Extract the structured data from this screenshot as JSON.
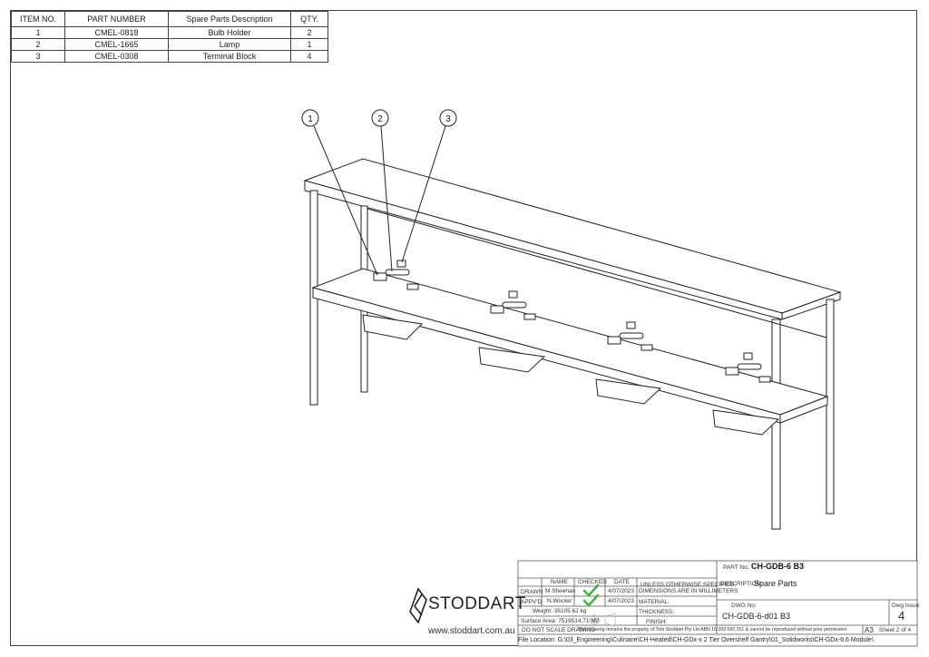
{
  "bom": {
    "headers": [
      "ITEM NO.",
      "PART NUMBER",
      "Spare Parts Description",
      "QTY."
    ],
    "rows": [
      [
        "1",
        "CMEL-0818",
        "Bulb Holder",
        "2"
      ],
      [
        "2",
        "CMEL-1665",
        "Lamp",
        "1"
      ],
      [
        "3",
        "CMEL-0308",
        "Terminal Block",
        "4"
      ]
    ]
  },
  "balloons": [
    "1",
    "2",
    "3"
  ],
  "title_block": {
    "part_no_label": "PART No:",
    "part_no": "CH-GDB-6 B3",
    "description_label": "DESCRIPTION:",
    "description": "Spare Parts",
    "col_name": "NAME",
    "col_checked": "CHECKED",
    "col_date": "DATE",
    "drawn_label": "DRAWN",
    "drawn_name": "M.Sheehan",
    "drawn_date": "4/07/2023",
    "appvd_label": "APPV'D",
    "appvd_name": "N.Wooler",
    "appvd_date": "4/07/2023",
    "weight": "Weight: 35105.62 kg",
    "surface_area": "Surface Area: 7519514.71 M2",
    "unless_note": "UNLESS OTHERWISE SPECIFIED:",
    "dim_note": "DIMENSIONS ARE IN MILLIMETERS",
    "material_label": "MATERIAL:",
    "thickness_label": "THICKNESS:",
    "finish_label": "FINISH:",
    "dwg_no_label": "DWG No:",
    "dwg_no": "CH-GDB-6-d01 B3",
    "dwg_issue_label": "Dwg Issue",
    "dwg_issue": "4",
    "do_not_scale": "DO NOT SCALE DRAWING",
    "property_note": "This drawing remains the property of Tom Stoddart Pty Ltd ABN 16 009 690 251 & cannot be reproduced without prior permission.",
    "sheet_size": "A3",
    "sheet": "Sheet 2 of 4",
    "file_location": "File Location: G:\\03_Engineering\\Culinaire\\CH-Heated\\CH-GDx-x 2 Tier Overshelf Gantry\\01_Solidworks\\CH-GDx-6.6 Module\\"
  },
  "logo": {
    "name": "STODDART",
    "website": "www.stoddart.com.au"
  },
  "colors": {
    "check": "#3cb043",
    "line": "#222222"
  }
}
